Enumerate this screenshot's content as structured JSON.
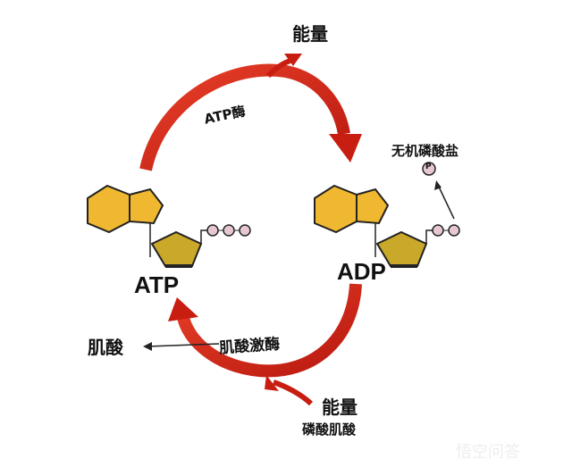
{
  "labels": {
    "energy_top": "能量",
    "atpase": "ATP酶",
    "inorganic_phosphate": "无机磷酸盐",
    "atp": "ATP",
    "adp": "ADP",
    "creatine": "肌酸",
    "creatine_kinase": "肌酸激酶",
    "energy_bottom": "能量",
    "phosphocreatine": "磷酸肌酸",
    "phosphate_symbol": "P"
  },
  "watermark": "悟空问答",
  "colors": {
    "arrow": "#d42a1e",
    "base": "#f0b830",
    "sugar": "#c9a82a"
  }
}
